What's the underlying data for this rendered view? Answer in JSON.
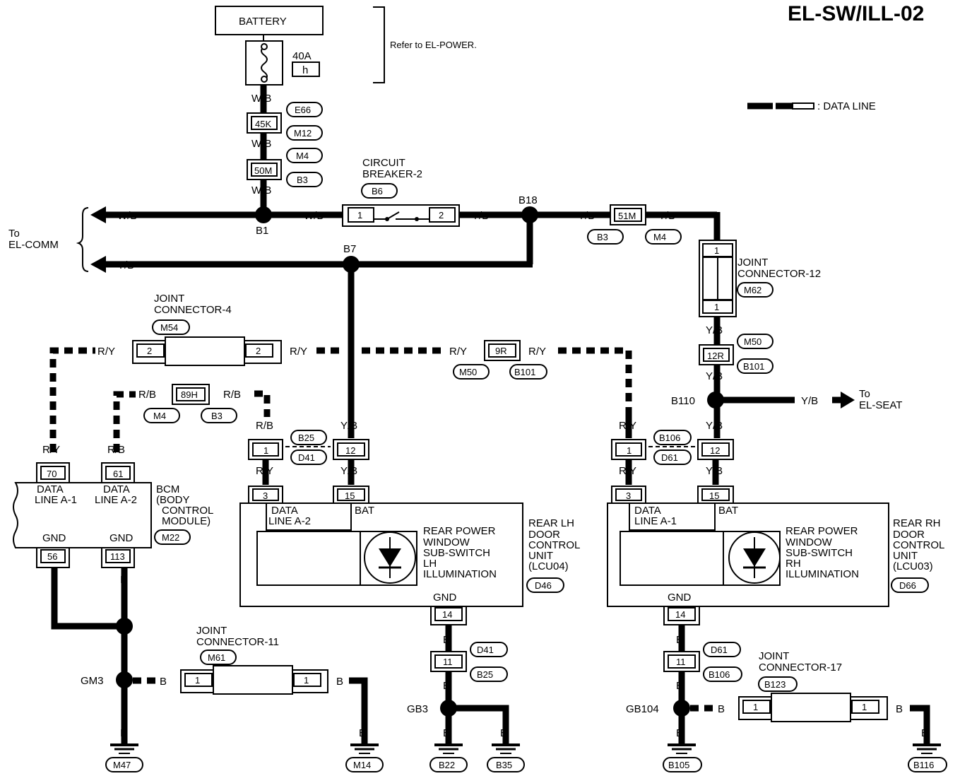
{
  "title": "EL-SW/ILL-02",
  "legend": {
    "label": ": DATA LINE"
  },
  "power": {
    "battery": "BATTERY",
    "fuse_amp": "40A",
    "fuse_id": "h",
    "refer": "Refer to EL-POWER."
  },
  "circuit_breaker": {
    "line1": "CIRCUIT",
    "line2": "BREAKER-2",
    "conn": "B6",
    "pin_in": "1",
    "pin_out": "2"
  },
  "left_dest": {
    "line1": "To",
    "line2": "EL-COMM"
  },
  "right_dest": {
    "line1": "To",
    "line2": "EL-SEAT"
  },
  "splices": {
    "b1": "B1",
    "b7": "B7",
    "b18": "B18",
    "b110": "B110",
    "gm3": "GM3",
    "gb3": "GB3",
    "gb104": "GB104"
  },
  "wires": {
    "wb": "W/B",
    "yb": "Y/B",
    "ry": "R/Y",
    "rb": "R/B",
    "b": "B"
  },
  "connectors": {
    "c45k": "45K",
    "c50m": "50M",
    "c51m": "51M",
    "c12r": "12R",
    "c9r": "9R",
    "c89h": "89H",
    "e66": "E66",
    "m12": "M12",
    "m4": "M4",
    "b3": "B3",
    "m50": "M50",
    "b101": "B101",
    "b25": "B25",
    "d41": "D41",
    "b106": "B106",
    "d61": "D61",
    "m47": "M47",
    "m14": "M14",
    "b22": "B22",
    "b35": "B35",
    "b105": "B105",
    "b116": "B116"
  },
  "jc4": {
    "line1": "JOINT",
    "line2": "CONNECTOR-4",
    "conn": "M54",
    "pin": "2"
  },
  "jc12": {
    "line1": "JOINT",
    "line2": "CONNECTOR-12",
    "conn": "M62",
    "pin": "1"
  },
  "jc11": {
    "line1": "JOINT",
    "line2": "CONNECTOR-11",
    "conn": "M61",
    "pin": "1"
  },
  "jc17": {
    "line1": "JOINT",
    "line2": "CONNECTOR-17",
    "conn": "B123",
    "pin": "1"
  },
  "bcm": {
    "pin_a1": "70",
    "pin_a2": "61",
    "pin_gnd1": "56",
    "pin_gnd2": "113",
    "a1_l1": "DATA",
    "a1_l2": "LINE A-1",
    "a2_l1": "DATA",
    "a2_l2": "LINE A-2",
    "gnd": "GND",
    "name1": "BCM",
    "name2": "(BODY",
    "name3": "CONTROL",
    "name4": "MODULE)",
    "conn": "M22"
  },
  "lh": {
    "pin_data": "3",
    "pin_bat": "15",
    "pin_gnd": "14",
    "pin_mid_r": "1",
    "pin_mid_y": "12",
    "pin_gnd_mid": "11",
    "data_l1": "DATA",
    "data_l2": "LINE A-2",
    "bat": "BAT",
    "gnd": "GND",
    "sw1": "REAR POWER",
    "sw2": "WINDOW",
    "sw3": "SUB-SWITCH",
    "sw4": "LH",
    "sw5": "ILLUMINATION",
    "name1": "REAR LH",
    "name2": "DOOR",
    "name3": "CONTROL",
    "name4": "UNIT",
    "name5": "(LCU04)",
    "conn": "D46"
  },
  "rh": {
    "pin_data": "3",
    "pin_bat": "15",
    "pin_gnd": "14",
    "pin_mid_r": "1",
    "pin_mid_y": "12",
    "pin_gnd_mid": "11",
    "data_l1": "DATA",
    "data_l2": "LINE A-1",
    "bat": "BAT",
    "gnd": "GND",
    "sw1": "REAR POWER",
    "sw2": "WINDOW",
    "sw3": "SUB-SWITCH",
    "sw4": "RH",
    "sw5": "ILLUMINATION",
    "name1": "REAR RH",
    "name2": "DOOR",
    "name3": "CONTROL",
    "name4": "UNIT",
    "name5": "(LCU03)",
    "conn": "D66"
  }
}
